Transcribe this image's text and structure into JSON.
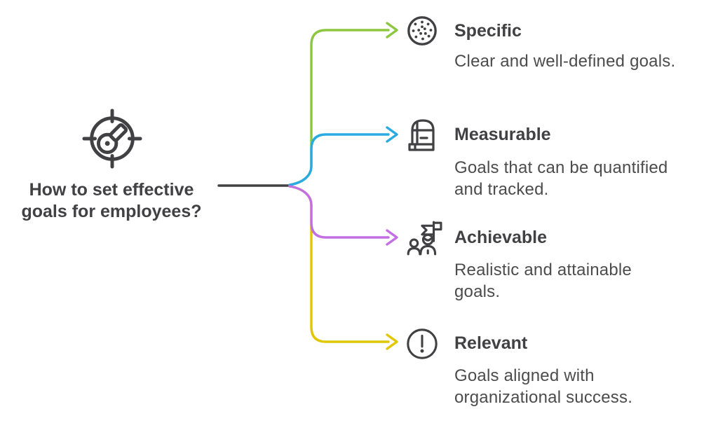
{
  "colors": {
    "ink": "#414042",
    "text_secondary": "#4c4c4c",
    "background": "#ffffff"
  },
  "center": {
    "title": "How to set effective\ngoals for employees?",
    "icon": "target-key-icon"
  },
  "branches": [
    {
      "label": "Specific",
      "description": "Clear and well-defined goals.",
      "color": "#8DC63F",
      "icon": "dotted-sphere-icon"
    },
    {
      "label": "Measurable",
      "description": "Goals that can be quantified\nand tracked.",
      "color": "#29ABE2",
      "icon": "measuring-chest-icon"
    },
    {
      "label": "Achievable",
      "description": "Realistic and attainable\ngoals.",
      "color": "#C26FE3",
      "icon": "team-flag-icon"
    },
    {
      "label": "Relevant",
      "description": "Goals aligned with\norganizational success.",
      "color": "#E1C600",
      "icon": "alert-circle-icon"
    }
  ]
}
